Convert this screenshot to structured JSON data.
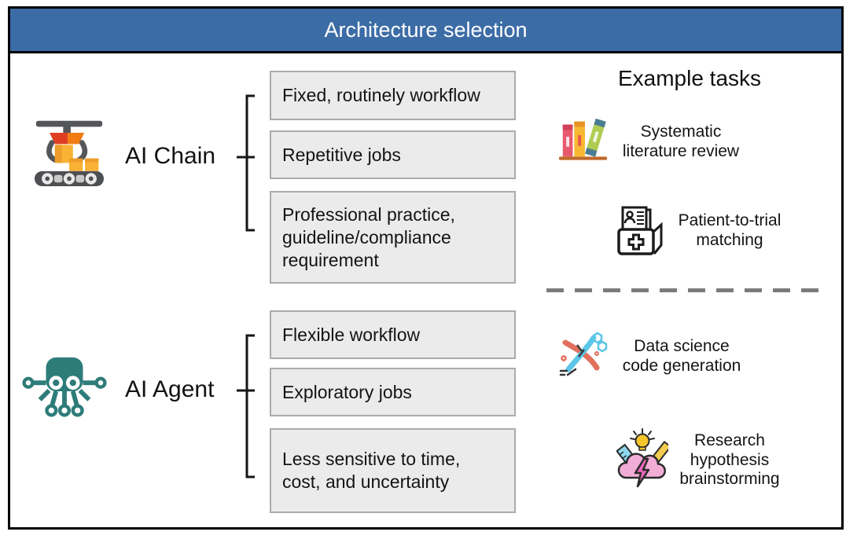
{
  "header": {
    "title": "Architecture selection"
  },
  "example_tasks": {
    "heading": "Example tasks"
  },
  "palette": {
    "header_blue": "#3C6CA6",
    "box_fill": "#EBEBEB",
    "box_border": "#ABABAB",
    "agent_teal": "#2E7C7A",
    "chain_orange": "#F9B234",
    "dash_gray": "#7B7B7B"
  },
  "sections": [
    {
      "label": "AI Chain",
      "icon": "robotic-arm-conveyor-icon",
      "criteria": [
        {
          "text": "Fixed, routinely workflow",
          "lines": [
            "Fixed, routinely workflow"
          ]
        },
        {
          "text": "Repetitive jobs",
          "lines": [
            "Repetitive jobs"
          ]
        },
        {
          "text": "Professional practice, guideline/compliance requirement",
          "lines": [
            "Professional practice,",
            "guideline/compliance",
            "requirement"
          ]
        }
      ],
      "tasks": [
        {
          "icon": "books-icon",
          "text": "Systematic literature review",
          "lines": [
            "Systematic",
            "literature review"
          ]
        },
        {
          "icon": "patient-folder-icon",
          "text": "Patient-to-trial matching",
          "lines": [
            "Patient-to-trial",
            "matching"
          ]
        }
      ]
    },
    {
      "label": "AI Agent",
      "icon": "circuit-octopus-icon",
      "criteria": [
        {
          "text": "Flexible workflow",
          "lines": [
            "Flexible workflow"
          ]
        },
        {
          "text": "Exploratory jobs",
          "lines": [
            "Exploratory jobs"
          ]
        },
        {
          "text": "Less sensitive to time, cost, and uncertainty",
          "lines": [
            "Less sensitive to time,",
            "cost, and uncertainty"
          ]
        }
      ],
      "tasks": [
        {
          "icon": "dna-icon",
          "text": "Data science code generation",
          "lines": [
            "Data science",
            "code generation"
          ]
        },
        {
          "icon": "brainstorm-icon",
          "text": "Research hypothesis brainstorming",
          "lines": [
            "Research",
            "hypothesis",
            "brainstorming"
          ]
        }
      ]
    }
  ]
}
